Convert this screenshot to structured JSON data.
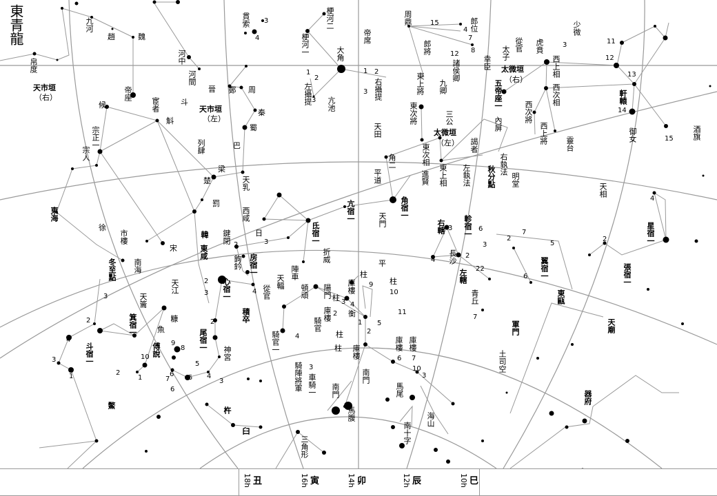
{
  "title": "東青龍",
  "labels": [
    "九河",
    "趙",
    "魏",
    "帛度",
    "天市垣",
    "（右）",
    "帝座",
    "宦者",
    "河中",
    "河間",
    "晉",
    "斗",
    "天市垣",
    "（左）",
    "鄭",
    "周",
    "秦",
    "蜀",
    "巴",
    "列肆",
    "梁",
    "楚",
    "天乳",
    "罰",
    "西咸",
    "日",
    "貫索",
    "梗河二",
    "梗河一",
    "大角",
    "左攝提",
    "亢池",
    "帝席",
    "右攝提",
    "天田",
    "角二",
    "平道",
    "角宿一",
    "天門",
    "亢宿一",
    "氐宿一",
    "周鼎",
    "郎位",
    "郎將",
    "諸侯卿",
    "九卿",
    "東上將",
    "東次將",
    "三公",
    "太微垣",
    "（左）",
    "東次相",
    "進賢",
    "東上相",
    "謁者",
    "左執法",
    "幸臣",
    "太子",
    "從官",
    "虎賁",
    "太微垣",
    "（右）",
    "五帝座一",
    "內屏",
    "右執法",
    "秋分點",
    "明堂",
    "西上相",
    "西次相",
    "西次將",
    "西上將",
    "靈台",
    "少微",
    "軒轅",
    "御女",
    "酒旗",
    "天相",
    "星宿一",
    "張宿一",
    "翼宿一",
    "軫宿一",
    "右轄",
    "長沙",
    "左轄",
    "青丘",
    "東甌",
    "天廟",
    "軍門",
    "土司空",
    "器府",
    "海山",
    "南十字",
    "馬尾",
    "馬腹",
    "南門",
    "南門",
    "房宿一",
    "心宿一",
    "尾宿一",
    "箕宿一",
    "斗宿一",
    "冬至點",
    "天江",
    "天籥",
    "糠",
    "傅說",
    "魚",
    "神宮",
    "鍵閉",
    "鉤鈐",
    "騎官一",
    "從官",
    "天輻",
    "陣車",
    "頓頑",
    "折威",
    "平",
    "陽門",
    "庫樓",
    "庫樓",
    "庫樓",
    "庫樓",
    "庫樓",
    "衡",
    "柱",
    "柱",
    "柱",
    "柱",
    "柱",
    "騎官",
    "騎陣將軍",
    "車騎一",
    "積卒",
    "鱉",
    "杵",
    "臼",
    "三角形",
    "南海",
    "市樓",
    "宋",
    "東咸",
    "韓",
    "東海",
    "徐",
    "宗正一",
    "宗人",
    "候",
    "斛"
  ],
  "numbers": [
    "3",
    "4",
    "1",
    "2",
    "3",
    "1",
    "2",
    "3",
    "15",
    "4",
    "7",
    "8",
    "12",
    "3",
    "11",
    "12",
    "13",
    "14",
    "15",
    "4",
    "2",
    "3",
    "6",
    "7",
    "2",
    "5",
    "22",
    "6",
    "7",
    "4",
    "3",
    "2",
    "9",
    "10",
    "11",
    "4",
    "3",
    "1",
    "2",
    "5",
    "6",
    "7",
    "10",
    "3",
    "3",
    "4",
    "2",
    "2",
    "3",
    "2",
    "3",
    "2",
    "4",
    "5",
    "6",
    "9",
    "8",
    "7",
    "6",
    "5",
    "4",
    "3",
    "2",
    "3",
    "4",
    "3",
    "1",
    "2",
    "1",
    "10"
  ],
  "footer": {
    "hours": [
      {
        "h": "18h",
        "branch": "丑"
      },
      {
        "h": "16h",
        "branch": "寅"
      },
      {
        "h": "14h",
        "branch": "卯"
      },
      {
        "h": "12h",
        "branch": "辰"
      },
      {
        "h": "10h",
        "branch": "巳"
      }
    ]
  },
  "colors": {
    "line": "#999999",
    "star": "#000000",
    "background": "#ffffff"
  }
}
